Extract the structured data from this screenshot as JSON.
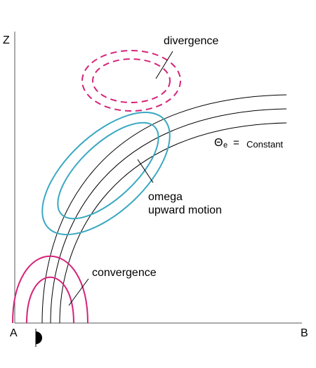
{
  "axes": {
    "vertical_label": "Z",
    "origin_label": "A",
    "horizontal_end_label": "B"
  },
  "annotations": {
    "divergence": "divergence",
    "theta_symbol": "Θ",
    "theta_subscript": "e",
    "theta_equals": "=",
    "theta_value": "Constant",
    "omega_line1": "omega",
    "omega_line2": "upward motion",
    "convergence": "convergence"
  },
  "colors": {
    "magenta": "#d4247a",
    "cyan": "#3aa8c1",
    "axis": "#555555",
    "line": "#000000"
  }
}
